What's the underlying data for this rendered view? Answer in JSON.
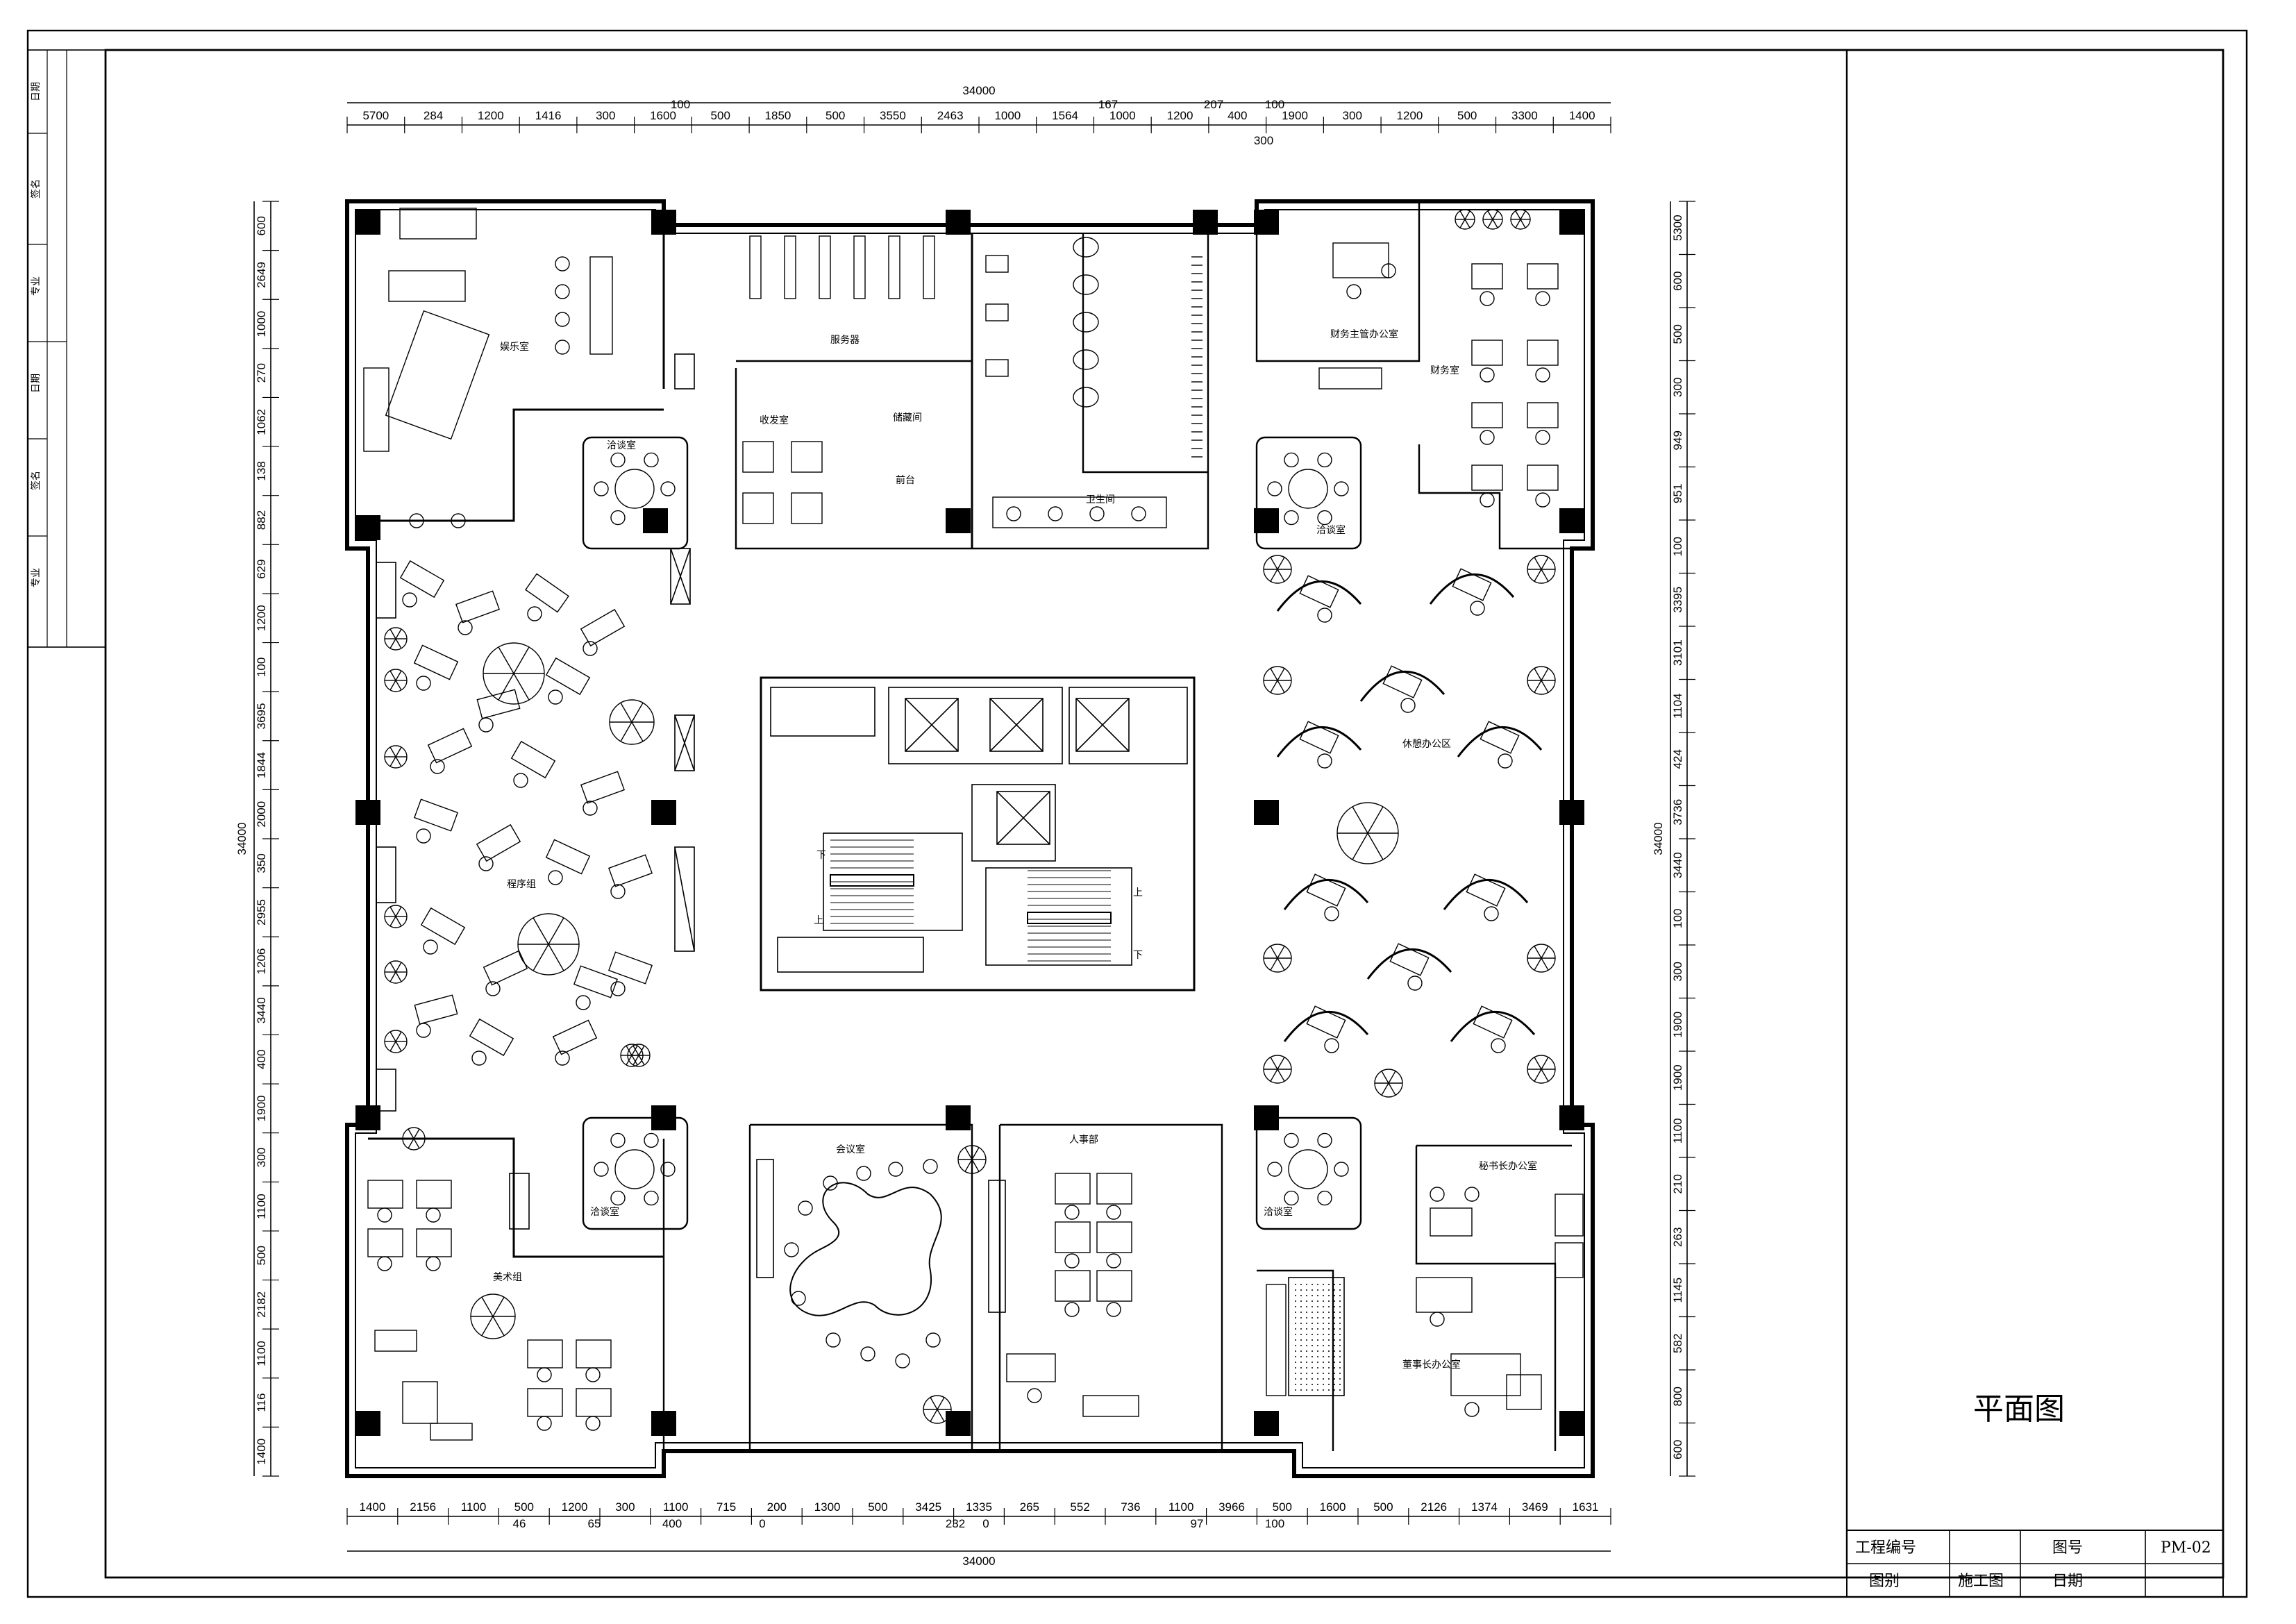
{
  "drawing": {
    "total_dim": "34000",
    "top_dims": [
      "5700",
      "284",
      "1200",
      "1416",
      "300",
      "1600",
      "500",
      "1850",
      "500",
      "3550",
      "2463",
      "1000",
      "1564",
      "1000",
      "1200",
      "400",
      "1900",
      "300",
      "1200",
      "500",
      "3300",
      "1400"
    ],
    "top_small": [
      "100",
      "167",
      "207",
      "100",
      "300"
    ],
    "bottom_dims": [
      "1400",
      "2156",
      "1100",
      "500",
      "1200",
      "300",
      "1100",
      "715",
      "200",
      "1300",
      "500",
      "3425",
      "1335",
      "265",
      "552",
      "736",
      "1100",
      "3966",
      "500",
      "1600",
      "500",
      "2126",
      "1374",
      "3469",
      "1631"
    ],
    "bottom_small": [
      "46",
      "65",
      "400",
      "0",
      "232",
      "0",
      "97",
      "100"
    ],
    "left_dims": [
      "600",
      "2649",
      "1000",
      "270",
      "1062",
      "138",
      "882",
      "629",
      "1200",
      "100",
      "3695",
      "1844",
      "2000",
      "350",
      "2955",
      "1206",
      "3440",
      "400",
      "1900",
      "300",
      "1100",
      "500",
      "2182",
      "1100",
      "116",
      "1400"
    ],
    "right_dims": [
      "5300",
      "600",
      "500",
      "300",
      "949",
      "951",
      "100",
      "3395",
      "3101",
      "1104",
      "424",
      "3736",
      "3440",
      "100",
      "300",
      "1900",
      "1900",
      "1100",
      "210",
      "263",
      "1145",
      "582",
      "800",
      "600"
    ]
  },
  "rooms": {
    "r1": "娱乐室",
    "r2": "服务器",
    "r3": "收发室",
    "r4": "储藏间",
    "r5": "前台",
    "r6": "卫生间",
    "r7": "财务主管办公室",
    "r8": "财务室",
    "r9": "洽谈室",
    "r10": "洽谈室",
    "r11": "程序组",
    "r12": "休憩办公区",
    "r13": "洽谈室",
    "r14": "美术组",
    "r15": "会议室",
    "r16": "人事部",
    "r17": "洽谈室",
    "r18": "秘书长办公室",
    "r19": "董事长办公室",
    "stair_up": "上",
    "stair_down": "下"
  },
  "side_labels": [
    "日期",
    "签名",
    "专业",
    "日期",
    "签名",
    "专业"
  ],
  "title_block": {
    "drawing_title": "平面图",
    "project_no_label": "工程编号",
    "drawing_no_label": "图号",
    "drawing_no_value": "PM-02",
    "category_label": "图别",
    "category_value": "施工图",
    "date_label": "日期"
  }
}
